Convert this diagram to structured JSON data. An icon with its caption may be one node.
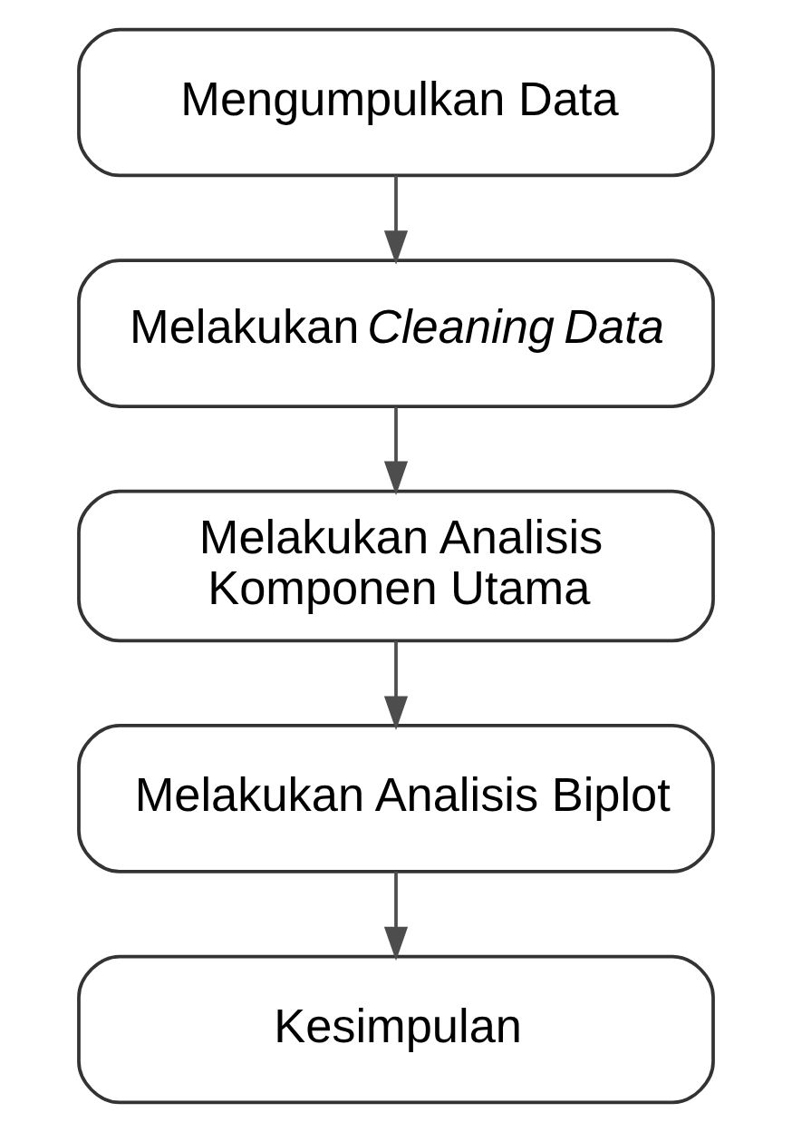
{
  "diagram": {
    "nodes": [
      {
        "text": [
          "Mengumpulkan Data"
        ]
      },
      {
        "text": [
          "Melakukan *Cleaning Data*"
        ]
      },
      {
        "text": [
          "Melakukan Analisis Komponen Utama"
        ]
      },
      {
        "text": [
          "Melakukan Analisis Biplot"
        ]
      },
      {
        "text": [
          "Kesimpulan"
        ]
      }
    ],
    "edges": [
      {
        "from": 0,
        "to": 1,
        "arrow": "to"
      },
      {
        "from": 1,
        "to": 2,
        "arrow": "to"
      },
      {
        "from": 2,
        "to": 3,
        "arrow": "to"
      },
      {
        "from": 3,
        "to": 4,
        "arrow": "to"
      }
    ]
  }
}
